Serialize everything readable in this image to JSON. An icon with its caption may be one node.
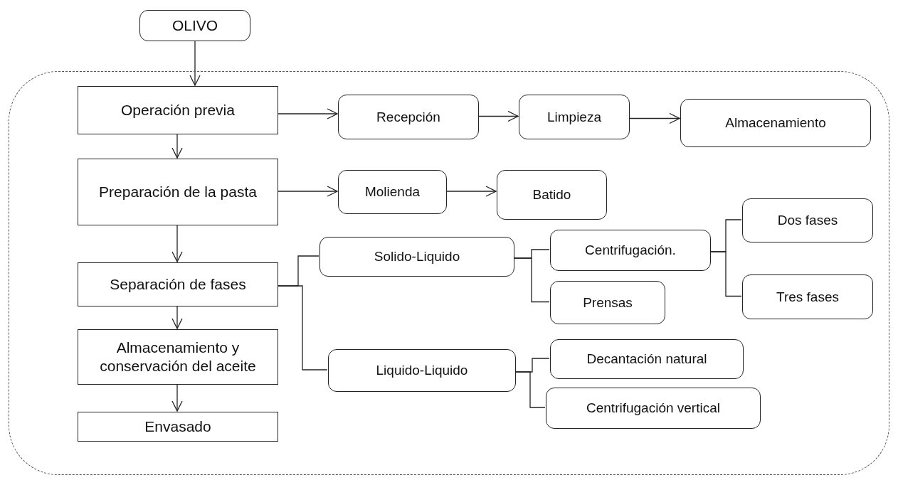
{
  "diagram": {
    "nodes": [
      {
        "text": [
          "OLIVO"
        ]
      },
      {
        "text": [],
        "shape": "box"
      },
      {
        "text": [
          "Operación previa"
        ],
        "in": 1
      },
      {
        "text": [
          "Recepción"
        ],
        "in": 1
      },
      {
        "text": [
          "Limpieza"
        ],
        "in": 1
      },
      {
        "text": [
          "Almacenamiento"
        ],
        "in": 1
      },
      {
        "text": [
          "Preparación de la pasta"
        ],
        "in": 1
      },
      {
        "text": [
          "Molienda"
        ],
        "in": 1
      },
      {
        "text": [
          "Batido"
        ],
        "in": 1
      },
      {
        "text": [
          "Separación de fases"
        ],
        "in": 1
      },
      {
        "text": [
          "Solido-Liquido"
        ],
        "in": 1
      },
      {
        "text": [
          "Centrifugación."
        ],
        "in": 1
      },
      {
        "text": [
          "Dos fases"
        ],
        "in": 1
      },
      {
        "text": [
          "Tres fases"
        ],
        "in": 1
      },
      {
        "text": [
          "Prensas"
        ],
        "in": 1
      },
      {
        "text": [
          "Liquido-Liquido"
        ],
        "in": 1
      },
      {
        "text": [
          "Decantación natural"
        ],
        "in": 1
      },
      {
        "text": [
          "Centrifugación vertical"
        ],
        "in": 1
      },
      {
        "text": [
          "Almacenamiento y conservación del aceite"
        ],
        "in": 1
      },
      {
        "text": [
          "Envasado"
        ],
        "in": 1
      }
    ],
    "edges": [
      {
        "from": 0,
        "to": 2,
        "arrow": "to"
      },
      {
        "from": 2,
        "to": 3,
        "arrow": "to"
      },
      {
        "from": 3,
        "to": 4,
        "arrow": "to"
      },
      {
        "from": 4,
        "to": 5,
        "arrow": "to"
      },
      {
        "from": 2,
        "to": 6,
        "arrow": "to"
      },
      {
        "from": 6,
        "to": 7,
        "arrow": "to"
      },
      {
        "from": 7,
        "to": 8,
        "arrow": "to"
      },
      {
        "from": 6,
        "to": 9,
        "arrow": "to"
      },
      {
        "from": 9,
        "to": 10,
        "arrow": "none"
      },
      {
        "from": 9,
        "to": 15,
        "arrow": "none"
      },
      {
        "from": 10,
        "to": 11,
        "arrow": "none"
      },
      {
        "from": 10,
        "to": 14,
        "arrow": "none"
      },
      {
        "from": 11,
        "to": 12,
        "arrow": "none"
      },
      {
        "from": 11,
        "to": 13,
        "arrow": "none"
      },
      {
        "from": 15,
        "to": 16,
        "arrow": "none"
      },
      {
        "from": 15,
        "to": 17,
        "arrow": "none"
      },
      {
        "from": 9,
        "to": 18,
        "arrow": "to"
      },
      {
        "from": 18,
        "to": 19,
        "arrow": "to"
      }
    ]
  }
}
